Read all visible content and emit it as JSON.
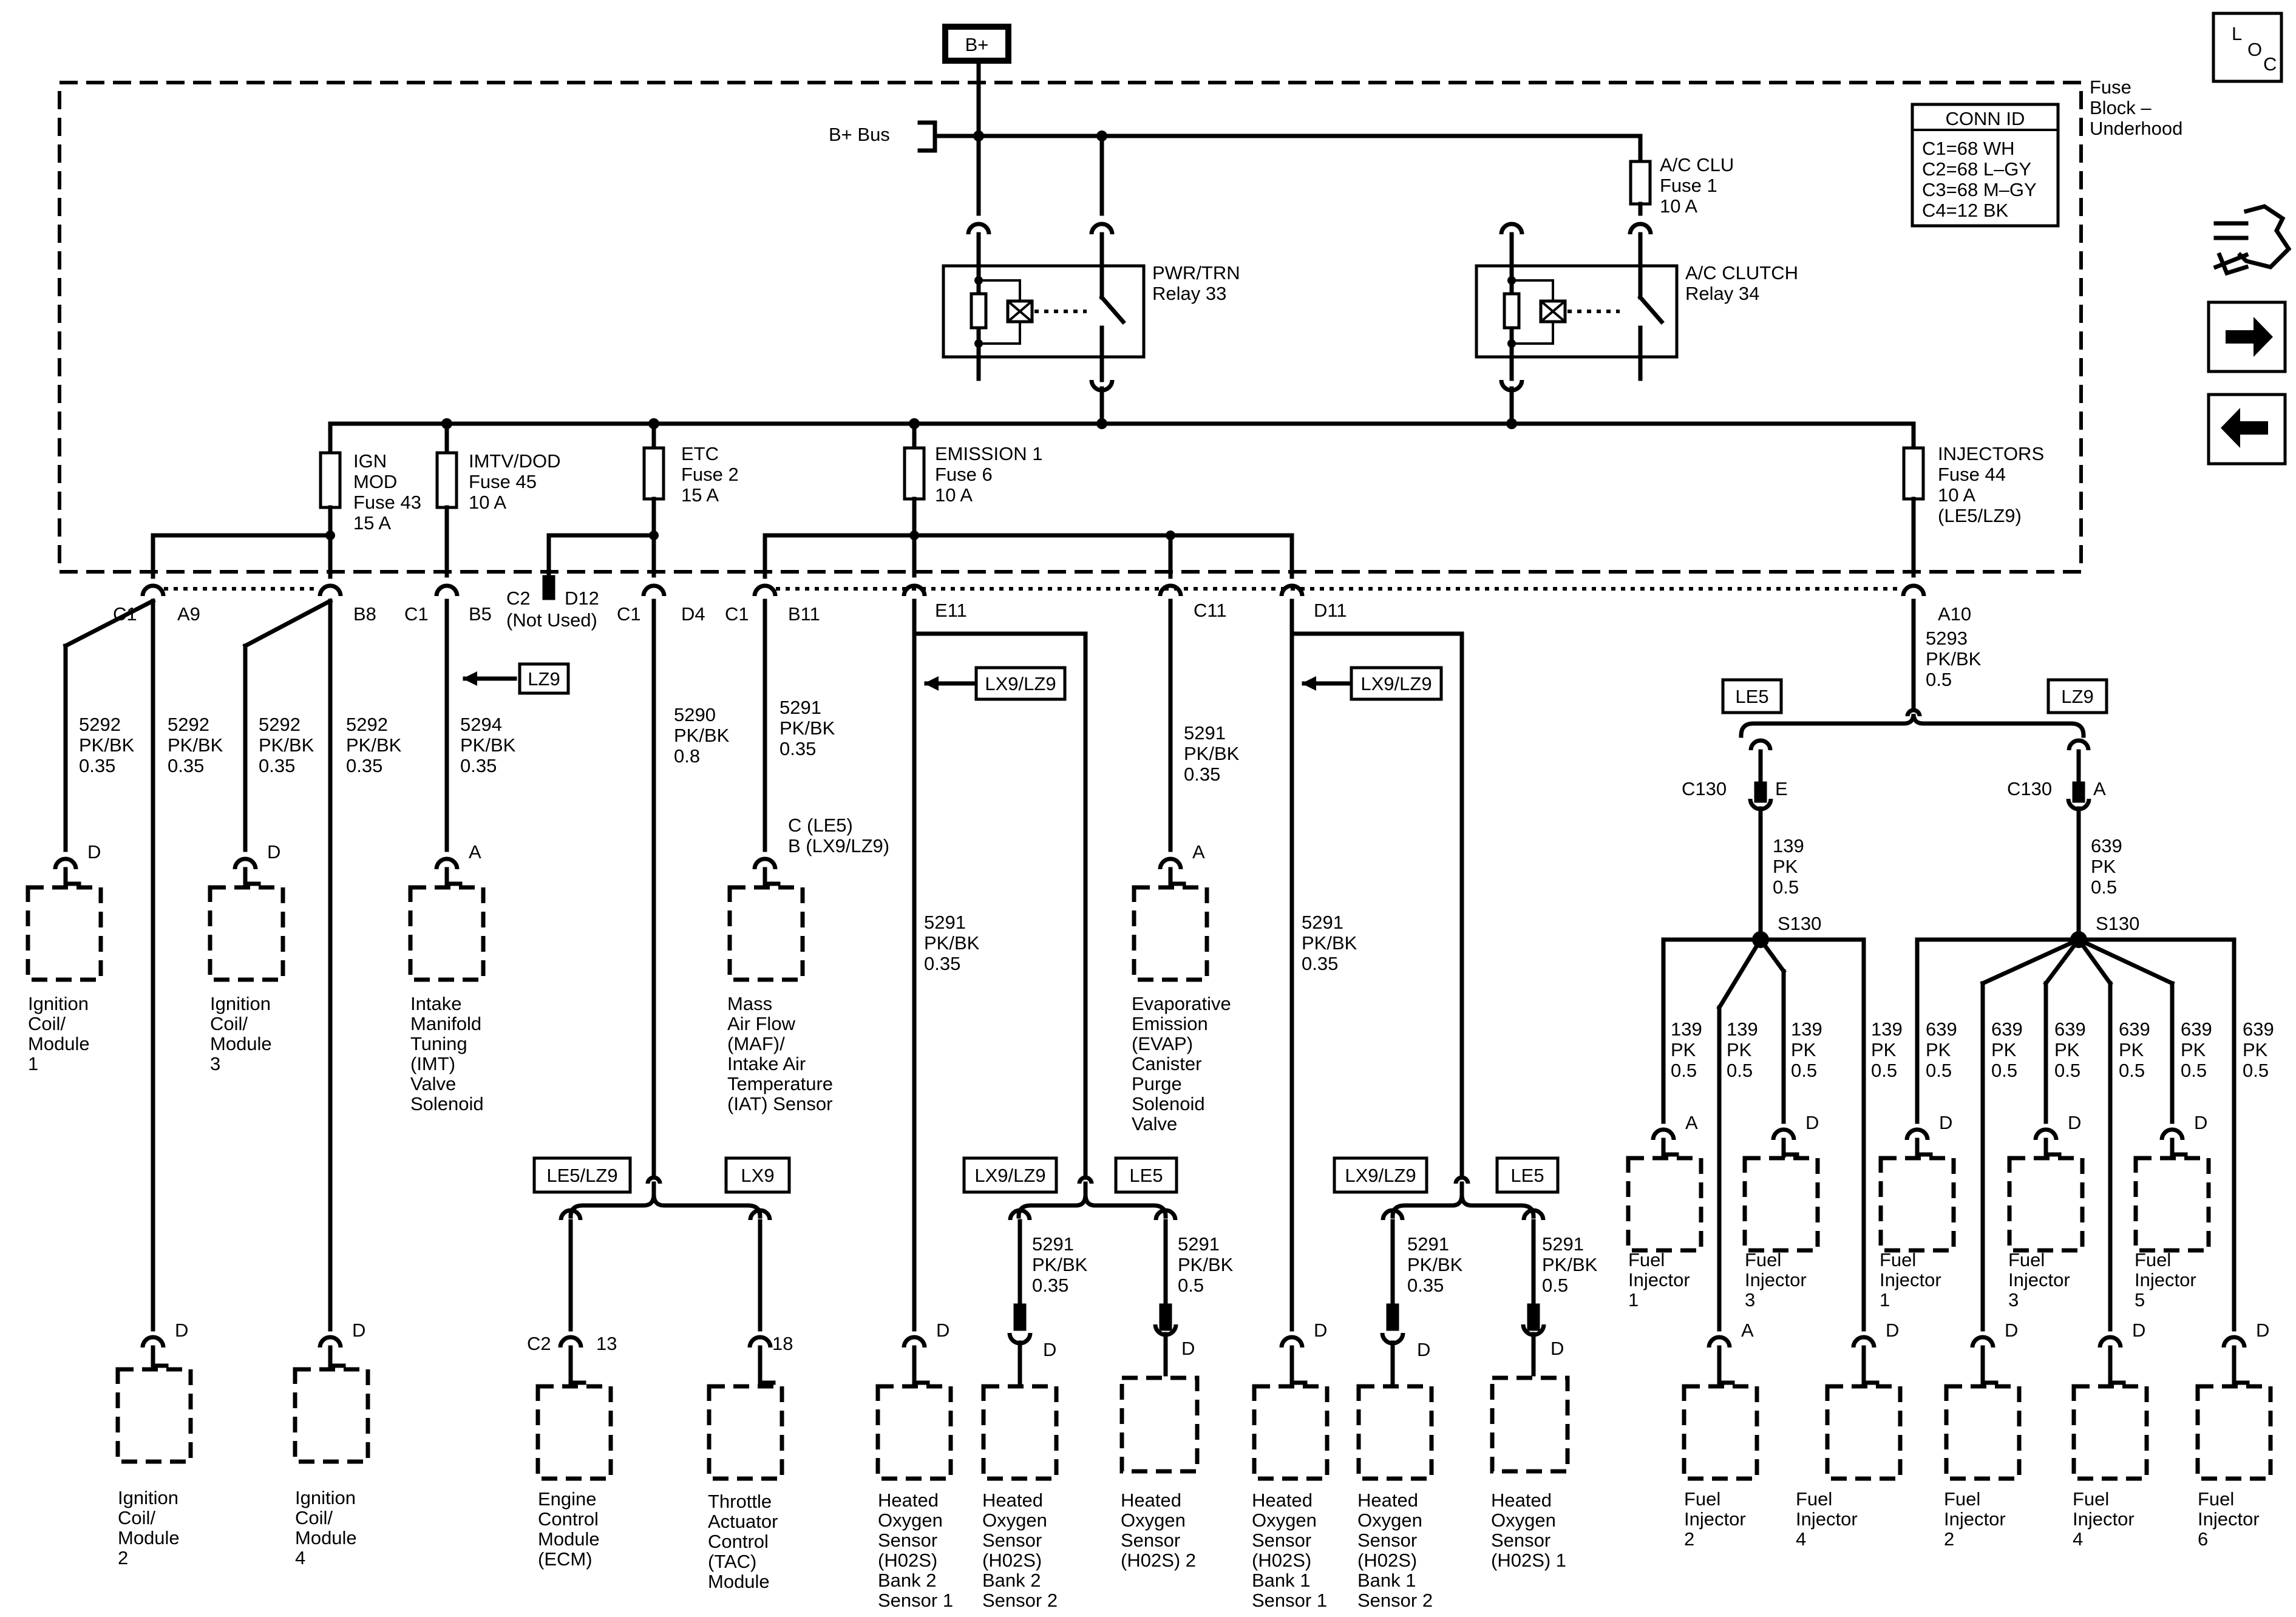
{
  "power": {
    "bplus": "B+",
    "bus_label": "B+ Bus"
  },
  "fuse_block": {
    "lines": [
      "Fuse",
      "Block –",
      "Underhood"
    ]
  },
  "conn_id": {
    "title": "CONN ID",
    "rows": [
      "C1=68 WH",
      "C2=68 L–GY",
      "C3=68 M–GY",
      "C4=12 BK"
    ]
  },
  "loc_badge": {
    "letters": [
      "L",
      "O",
      "C"
    ]
  },
  "relays": {
    "pwr_trn": [
      "PWR/TRN",
      "Relay 33"
    ],
    "ac_clutch": [
      "A/C CLUTCH",
      "Relay 34"
    ]
  },
  "fuses": {
    "ac_clu": [
      "A/C CLU",
      "Fuse 1",
      "10 A"
    ],
    "ign_mod": [
      "IGN",
      "MOD",
      "Fuse 43",
      "15 A"
    ],
    "imtv_dod": [
      "IMTV/DOD",
      "Fuse 45",
      "10 A"
    ],
    "etc": [
      "ETC",
      "Fuse 2",
      "15 A"
    ],
    "emission1": [
      "EMISSION 1",
      "Fuse 6",
      "10 A"
    ],
    "injectors": [
      "INJECTORS",
      "Fuse 44",
      "10 A",
      "(LE5/LZ9)"
    ]
  },
  "connector_labels": {
    "c1_a": "C1",
    "a9": "A9",
    "b8": "B8",
    "c1_b": "C1",
    "b5": "B5",
    "c2": "C2",
    "d12": "D12",
    "not_used": "(Not Used)",
    "c1_c": "C1",
    "d4": "D4",
    "c1_d": "C1",
    "b11": "B11",
    "e11": "E11",
    "c11": "C11",
    "d11": "D11",
    "a10": "A10",
    "c130_le5": "C130",
    "e_pin": "E",
    "c130_lz9": "C130",
    "a_pin": "A",
    "s130_le5": "S130",
    "s130_lz9": "S130",
    "ecm_c2": "C2",
    "ecm_pin": "13",
    "tac_pin": "18"
  },
  "wire_labels": {
    "coil1": [
      "5292",
      "PK/BK",
      "0.35"
    ],
    "coil2": [
      "5292",
      "PK/BK",
      "0.35"
    ],
    "coil3": [
      "5292",
      "PK/BK",
      "0.35"
    ],
    "coil4": [
      "5292",
      "PK/BK",
      "0.35"
    ],
    "imt": [
      "5294",
      "PK/BK",
      "0.35"
    ],
    "etc": [
      "5290",
      "PK/BK",
      "0.8"
    ],
    "maf": [
      "5291",
      "PK/BK",
      "0.35"
    ],
    "maf_pin": [
      "C (LE5)",
      "B (LX9/LZ9)"
    ],
    "evap": [
      "5291",
      "PK/BK",
      "0.35"
    ],
    "ho2s_b2s1": [
      "5291",
      "PK/BK",
      "0.35"
    ],
    "ho2s_b1s1": [
      "5291",
      "PK/BK",
      "0.35"
    ],
    "b2s2": [
      "5291",
      "PK/BK",
      "0.35"
    ],
    "s2": [
      "5291",
      "PK/BK",
      "0.5"
    ],
    "b1s2": [
      "5291",
      "PK/BK",
      "0.35"
    ],
    "s1": [
      "5291",
      "PK/BK",
      "0.5"
    ],
    "inj_feed": [
      "5293",
      "PK/BK",
      "0.5"
    ],
    "le5_139": [
      "139",
      "PK",
      "0.5"
    ],
    "lz9_639": [
      "639",
      "PK",
      "0.5"
    ]
  },
  "option_tags": {
    "lz9_imt": "LZ9",
    "lx9lz9_e11": "LX9/LZ9",
    "lx9lz9_d11": "LX9/LZ9",
    "le5": "LE5",
    "lz9": "LZ9",
    "etc_le5lz9": "LE5/LZ9",
    "etc_lx9": "LX9",
    "b2_lx9lz9": "LX9/LZ9",
    "b2_le5": "LE5",
    "b1_lx9lz9": "LX9/LZ9",
    "b1_le5": "LE5"
  },
  "pins": {
    "coil1": "D",
    "coil3": "D",
    "imt": "A",
    "evap": "A",
    "coil2": "D",
    "coil4": "D",
    "b2s1": "D",
    "b2s2": "D",
    "s2": "D",
    "b1s1": "D",
    "b1s2": "D",
    "s1": "D",
    "le5_inj1": "A",
    "le5_inj3": "D",
    "le5_inj2": "A",
    "le5_inj4": "D",
    "lz9_inj1": "D",
    "lz9_inj3": "D",
    "lz9_inj5": "D",
    "lz9_inj2": "D",
    "lz9_inj4": "D",
    "lz9_inj6": "D"
  },
  "components": {
    "coil1": [
      "Ignition",
      "Coil/",
      "Module",
      "1"
    ],
    "coil3": [
      "Ignition",
      "Coil/",
      "Module",
      "3"
    ],
    "imt": [
      "Intake",
      "Manifold",
      "Tuning",
      "(IMT)",
      "Valve",
      "Solenoid"
    ],
    "maf": [
      "Mass",
      "Air Flow",
      "(MAF)/",
      "Intake Air",
      "Temperature",
      "(IAT) Sensor"
    ],
    "evap": [
      "Evaporative",
      "Emission",
      "(EVAP)",
      "Canister",
      "Purge",
      "Solenoid",
      "Valve"
    ],
    "coil2": [
      "Ignition",
      "Coil/",
      "Module",
      "2"
    ],
    "coil4": [
      "Ignition",
      "Coil/",
      "Module",
      "4"
    ],
    "ecm": [
      "Engine",
      "Control",
      "Module",
      "(ECM)"
    ],
    "tac": [
      "Throttle",
      "Actuator",
      "Control",
      "(TAC)",
      "Module"
    ],
    "b2s1": [
      "Heated",
      "Oxygen",
      "Sensor",
      "(H02S)",
      "Bank 2",
      "Sensor 1"
    ],
    "b2s2": [
      "Heated",
      "Oxygen",
      "Sensor",
      "(H02S)",
      "Bank 2",
      "Sensor 2"
    ],
    "s2": [
      "Heated",
      "Oxygen",
      "Sensor",
      "(H02S) 2"
    ],
    "b1s1": [
      "Heated",
      "Oxygen",
      "Sensor",
      "(H02S)",
      "Bank 1",
      "Sensor 1"
    ],
    "b1s2": [
      "Heated",
      "Oxygen",
      "Sensor",
      "(H02S)",
      "Bank 1",
      "Sensor 2"
    ],
    "s1": [
      "Heated",
      "Oxygen",
      "Sensor",
      "(H02S) 1"
    ],
    "le5_inj1": [
      "Fuel",
      "Injector",
      "1"
    ],
    "le5_inj3": [
      "Fuel",
      "Injector",
      "3"
    ],
    "le5_inj2": [
      "Fuel",
      "Injector",
      "2"
    ],
    "le5_inj4": [
      "Fuel",
      "Injector",
      "4"
    ],
    "lz9_inj1": [
      "Fuel",
      "Injector",
      "1"
    ],
    "lz9_inj3": [
      "Fuel",
      "Injector",
      "3"
    ],
    "lz9_inj5": [
      "Fuel",
      "Injector",
      "5"
    ],
    "lz9_inj2": [
      "Fuel",
      "Injector",
      "2"
    ],
    "lz9_inj4": [
      "Fuel",
      "Injector",
      "4"
    ],
    "lz9_inj6": [
      "Fuel",
      "Injector",
      "6"
    ]
  }
}
